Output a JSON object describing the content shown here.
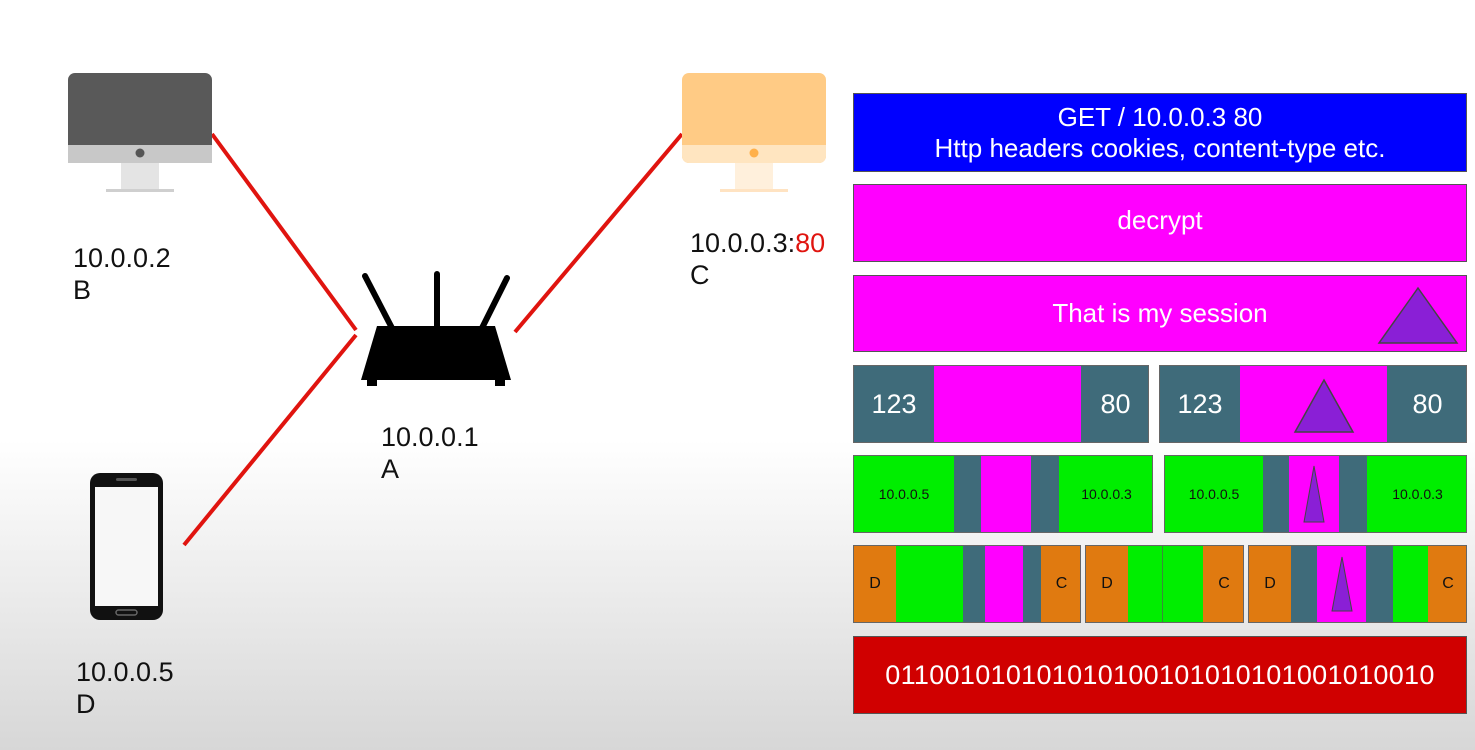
{
  "nodes": {
    "b": {
      "ip": "10.0.0.2",
      "name": "B"
    },
    "c": {
      "ip": "10.0.0.3:",
      "port": "80",
      "name": "C"
    },
    "a": {
      "ip": "10.0.0.1",
      "name": "A"
    },
    "d": {
      "ip": "10.0.0.5",
      "name": "D"
    }
  },
  "layers": {
    "http": {
      "line1": "GET / 10.0.0.3 80",
      "line2": "Http headers cookies, content-type etc."
    },
    "decrypt": "decrypt",
    "session": "That is my session",
    "tcp": {
      "src_port": "123",
      "dst_port": "80"
    },
    "ip": {
      "src": "10.0.0.5",
      "dst": "10.0.0.3"
    },
    "frame": {
      "src": "D",
      "dst": "C"
    },
    "bits": "011001010101010100101010101001010010"
  },
  "colors": {
    "http": "#0000ff",
    "magenta": "#ff00ff",
    "tcp": "#3f6b7a",
    "ip_green": "#00ee00",
    "frame_orange": "#e07a10",
    "bits_red": "#d00000",
    "wire": "#e0140f",
    "triangle": "#8a1fd6"
  }
}
